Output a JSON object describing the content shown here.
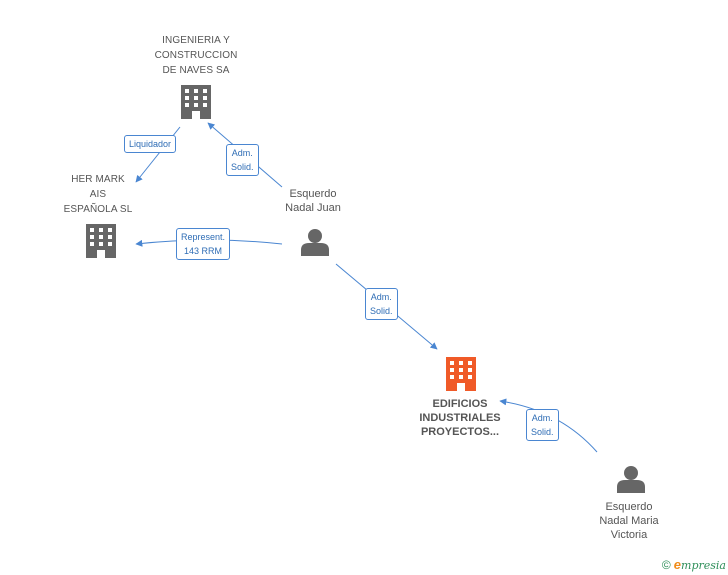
{
  "nodes": {
    "ingenieria": {
      "lines": [
        "INGENIERIA Y",
        "CONSTRUCCION",
        "DE NAVES SA"
      ],
      "type": "company"
    },
    "hermark": {
      "lines": [
        "HER MARK",
        "AIS",
        "ESPAÑOLA SL"
      ],
      "type": "company"
    },
    "juan": {
      "lines": [
        "Esquerdo",
        "Nadal Juan"
      ],
      "type": "person"
    },
    "edificios": {
      "lines": [
        "EDIFICIOS",
        "INDUSTRIALES",
        "PROYECTOS..."
      ],
      "type": "company-focus"
    },
    "maria": {
      "lines": [
        "Esquerdo",
        "Nadal Maria",
        "Victoria"
      ],
      "type": "person"
    }
  },
  "edges": {
    "liquidador": {
      "lines": [
        "Liquidador"
      ]
    },
    "adm1": {
      "lines": [
        "Adm.",
        "Solid."
      ]
    },
    "represent": {
      "lines": [
        "Represent.",
        "143 RRM"
      ]
    },
    "adm2": {
      "lines": [
        "Adm.",
        "Solid."
      ]
    },
    "adm3": {
      "lines": [
        "Adm.",
        "Solid."
      ]
    }
  },
  "colors": {
    "edge": "#4a86d1",
    "company_icon": "#666666",
    "focus_icon": "#f05a28",
    "person_icon": "#666666"
  },
  "footer": {
    "copyright": "©",
    "brand_e": "e",
    "brand_rest": "mpresia"
  }
}
